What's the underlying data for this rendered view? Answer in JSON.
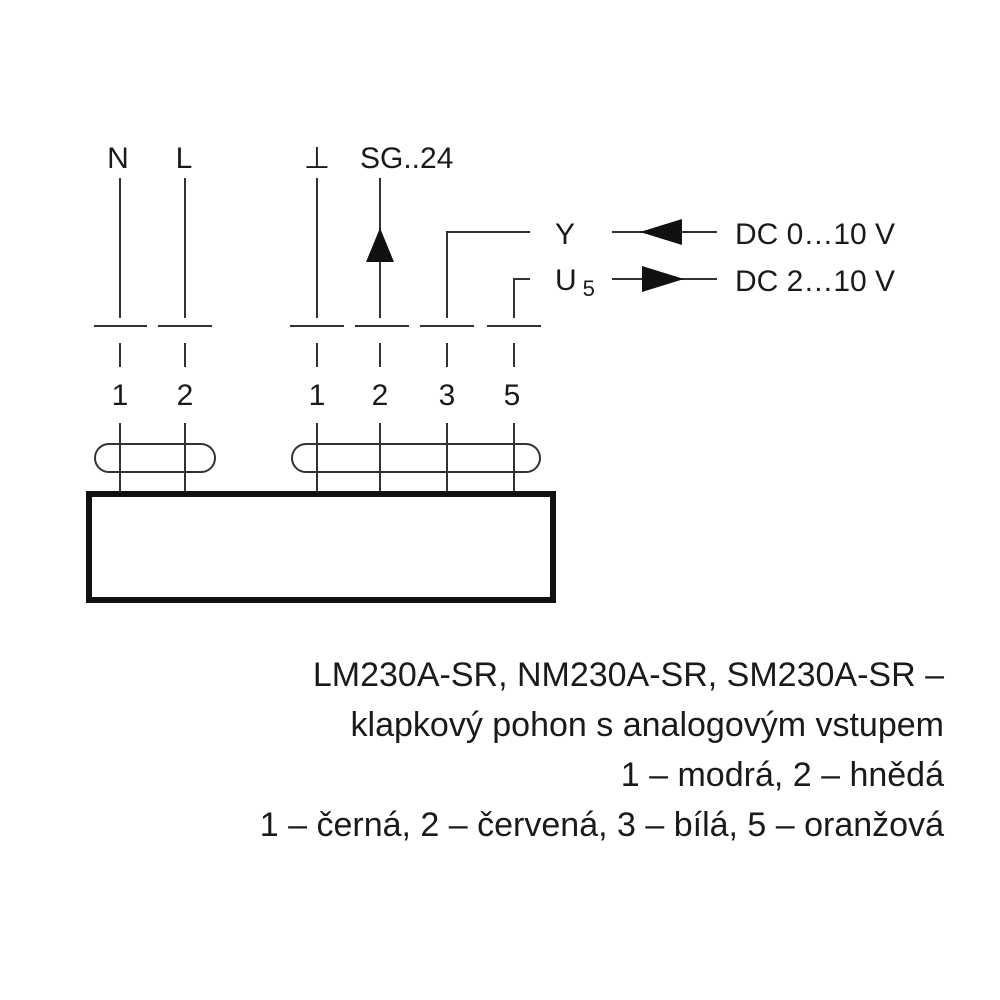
{
  "terminals": {
    "power": {
      "n": "N",
      "l": "L",
      "pin_1": "1",
      "pin_2": "2"
    },
    "control": {
      "ground": "⊥",
      "sg": "SG..24",
      "pin_1": "1",
      "pin_2": "2",
      "pin_3": "3",
      "pin_5": "5"
    }
  },
  "signals": {
    "y_label": "Y",
    "u_label": "U",
    "u_subscript": "5",
    "y_range": "DC 0…10 V",
    "u_range": "DC 2…10 V"
  },
  "caption": {
    "line1": "LM230A-SR, NM230A-SR, SM230A-SR –",
    "line2": "klapkový pohon s analogovým vstupem",
    "line3": "1 – modrá, 2 – hnědá",
    "line4": "1 – černá, 2 – červená, 3 – bílá, 5 – oranžová"
  }
}
